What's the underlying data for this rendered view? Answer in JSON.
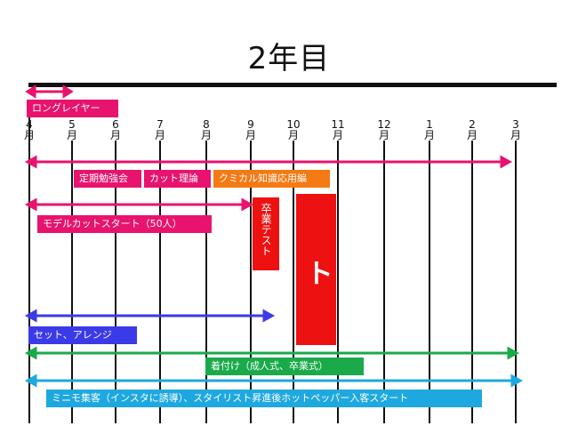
{
  "title": "2年目",
  "months": [
    "4\n月",
    "5\n月",
    "6\n月",
    "7\n月",
    "8\n月",
    "9\n月",
    "10\n月",
    "11\n月",
    "12\n月",
    "1\n月",
    "2\n月",
    "3\n月"
  ],
  "labels": {
    "long_layer": "ロングレイヤー",
    "teiki": "定期勉強会",
    "cut_riron": "カット理論",
    "chemical": "クミカル知識応用編",
    "model_cut": "モデルカットスタート（50人）",
    "sotsugyo_test": "卒業テスト",
    "stylist": "スタイリスト",
    "set_arrange": "セット、アレンジ",
    "kitsuke": "着付け（成人式、卒業式）",
    "minimo": "ミニモ集客（インスタに誘導）、スタイリスト昇進後ホットペッパー入客スタート"
  },
  "colors": {
    "pink": "#e8136e",
    "red": "#ee1111",
    "orange": "#f47a14",
    "blue": "#3a3ae8",
    "green": "#1aaa4a",
    "cyan": "#1ea8e0"
  }
}
